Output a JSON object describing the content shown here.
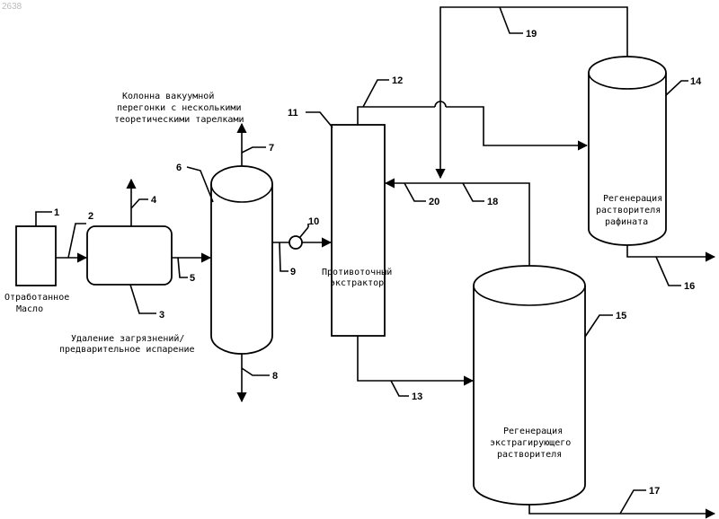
{
  "watermark": "2638",
  "labels": {
    "waste_oil_line1": "Отработанное",
    "waste_oil_line2": "Масло",
    "pretreat_line1": "Удаление загрязнений/",
    "pretreat_line2": "предварительное испарение",
    "column_line1": "Колонна вакуумной",
    "column_line2": "перегонки с несколькими",
    "column_line3": "теоретическими тарелками",
    "extractor_line1": "Противоточный",
    "extractor_line2": "экстрактор",
    "raffinate_line1": "Регенерация",
    "raffinate_line2": "растворителя",
    "raffinate_line3": "рафината",
    "extract_line1": "Регенерация",
    "extract_line2": "экстрагирующего",
    "extract_line3": "растворителя"
  },
  "numbers": {
    "n1": "1",
    "n2": "2",
    "n3": "3",
    "n4": "4",
    "n5": "5",
    "n6": "6",
    "n7": "7",
    "n8": "8",
    "n9": "9",
    "n10": "10",
    "n11": "11",
    "n12": "12",
    "n13": "13",
    "n14": "14",
    "n15": "15",
    "n16": "16",
    "n17": "17",
    "n18": "18",
    "n19": "19",
    "n20": "20"
  }
}
